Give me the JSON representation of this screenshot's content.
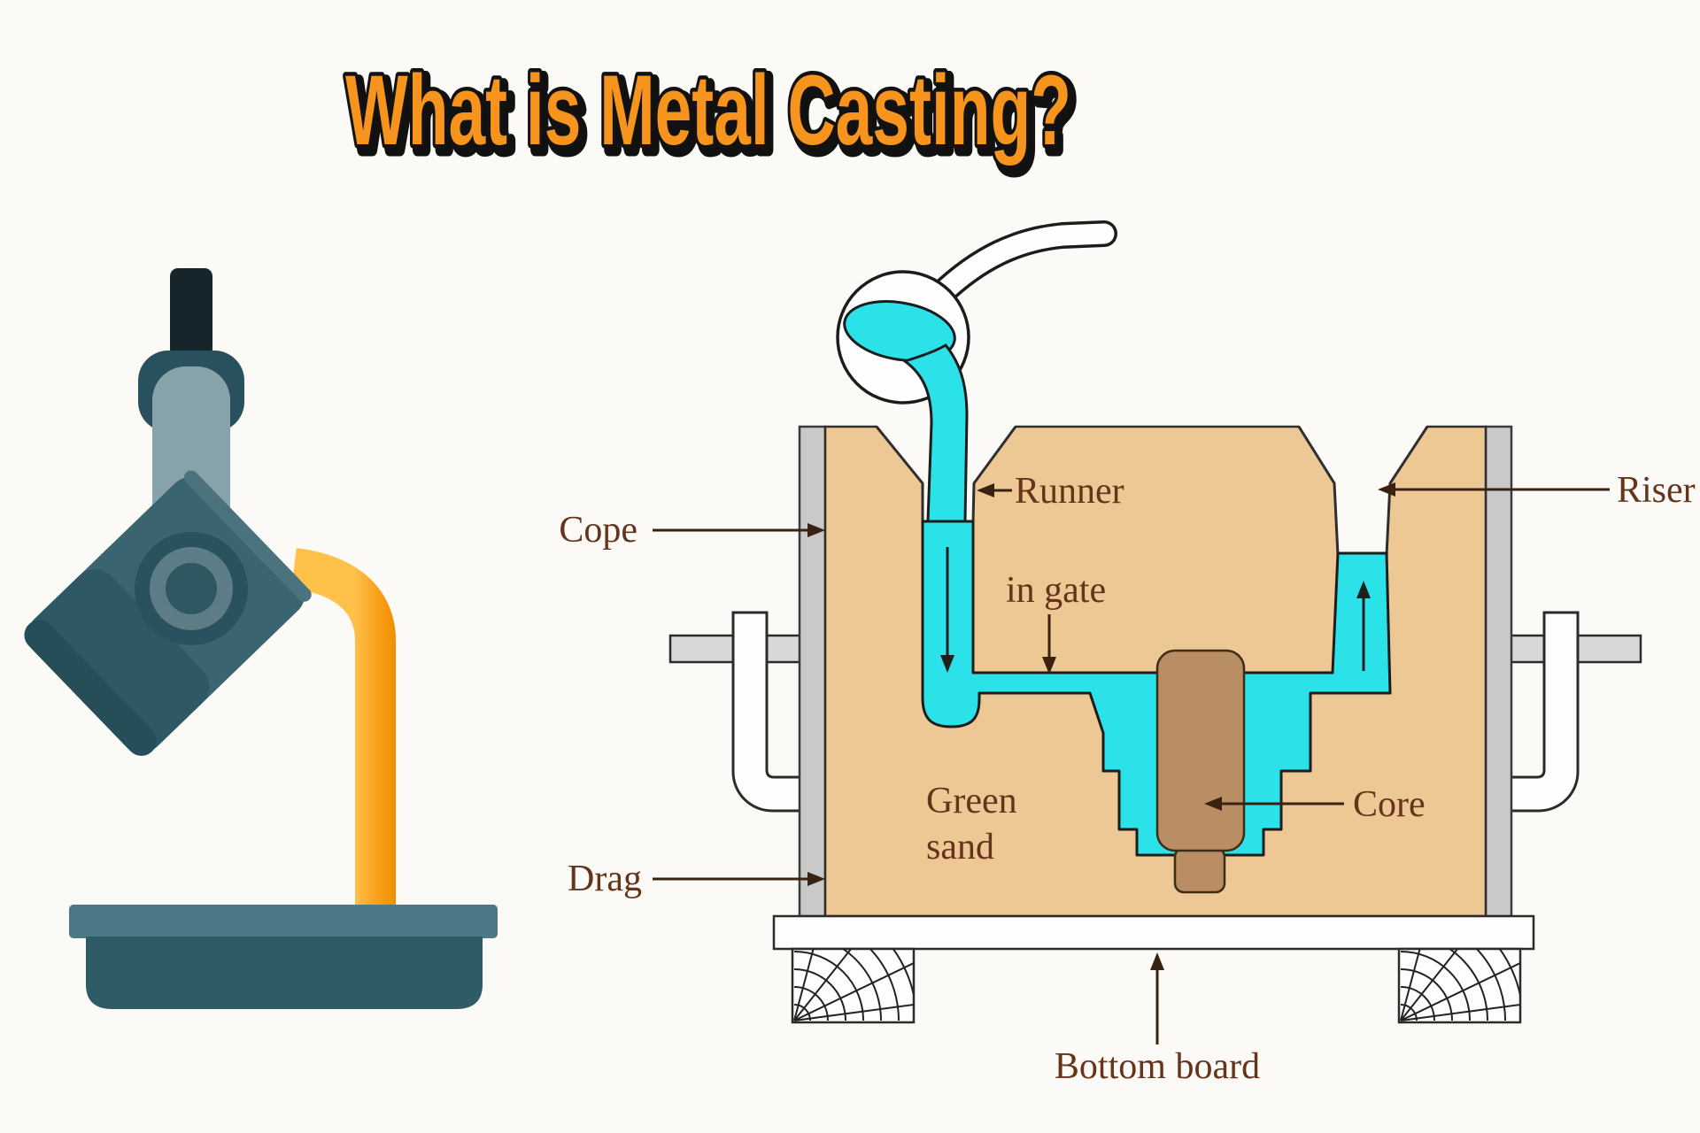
{
  "title": "What is Metal Casting?",
  "mold_diagram": {
    "labels": {
      "cope": "Cope",
      "drag": "Drag",
      "runner": "Runner",
      "in_gate": "in gate",
      "riser": "Riser",
      "green_sand_line1": "Green",
      "green_sand_line2": "sand",
      "core": "Core",
      "bottom_board": "Bottom board"
    }
  },
  "colors": {
    "title_orange": "#f7941e",
    "molten_metal_cyan": "#2be2e9",
    "sand_tan": "#edc794",
    "core_brown": "#b98e64",
    "flask_gray": "#c9c9c9",
    "label_brown": "#65341a",
    "crucible_teal": "#3a6570",
    "pour_orange": "#f59300"
  }
}
